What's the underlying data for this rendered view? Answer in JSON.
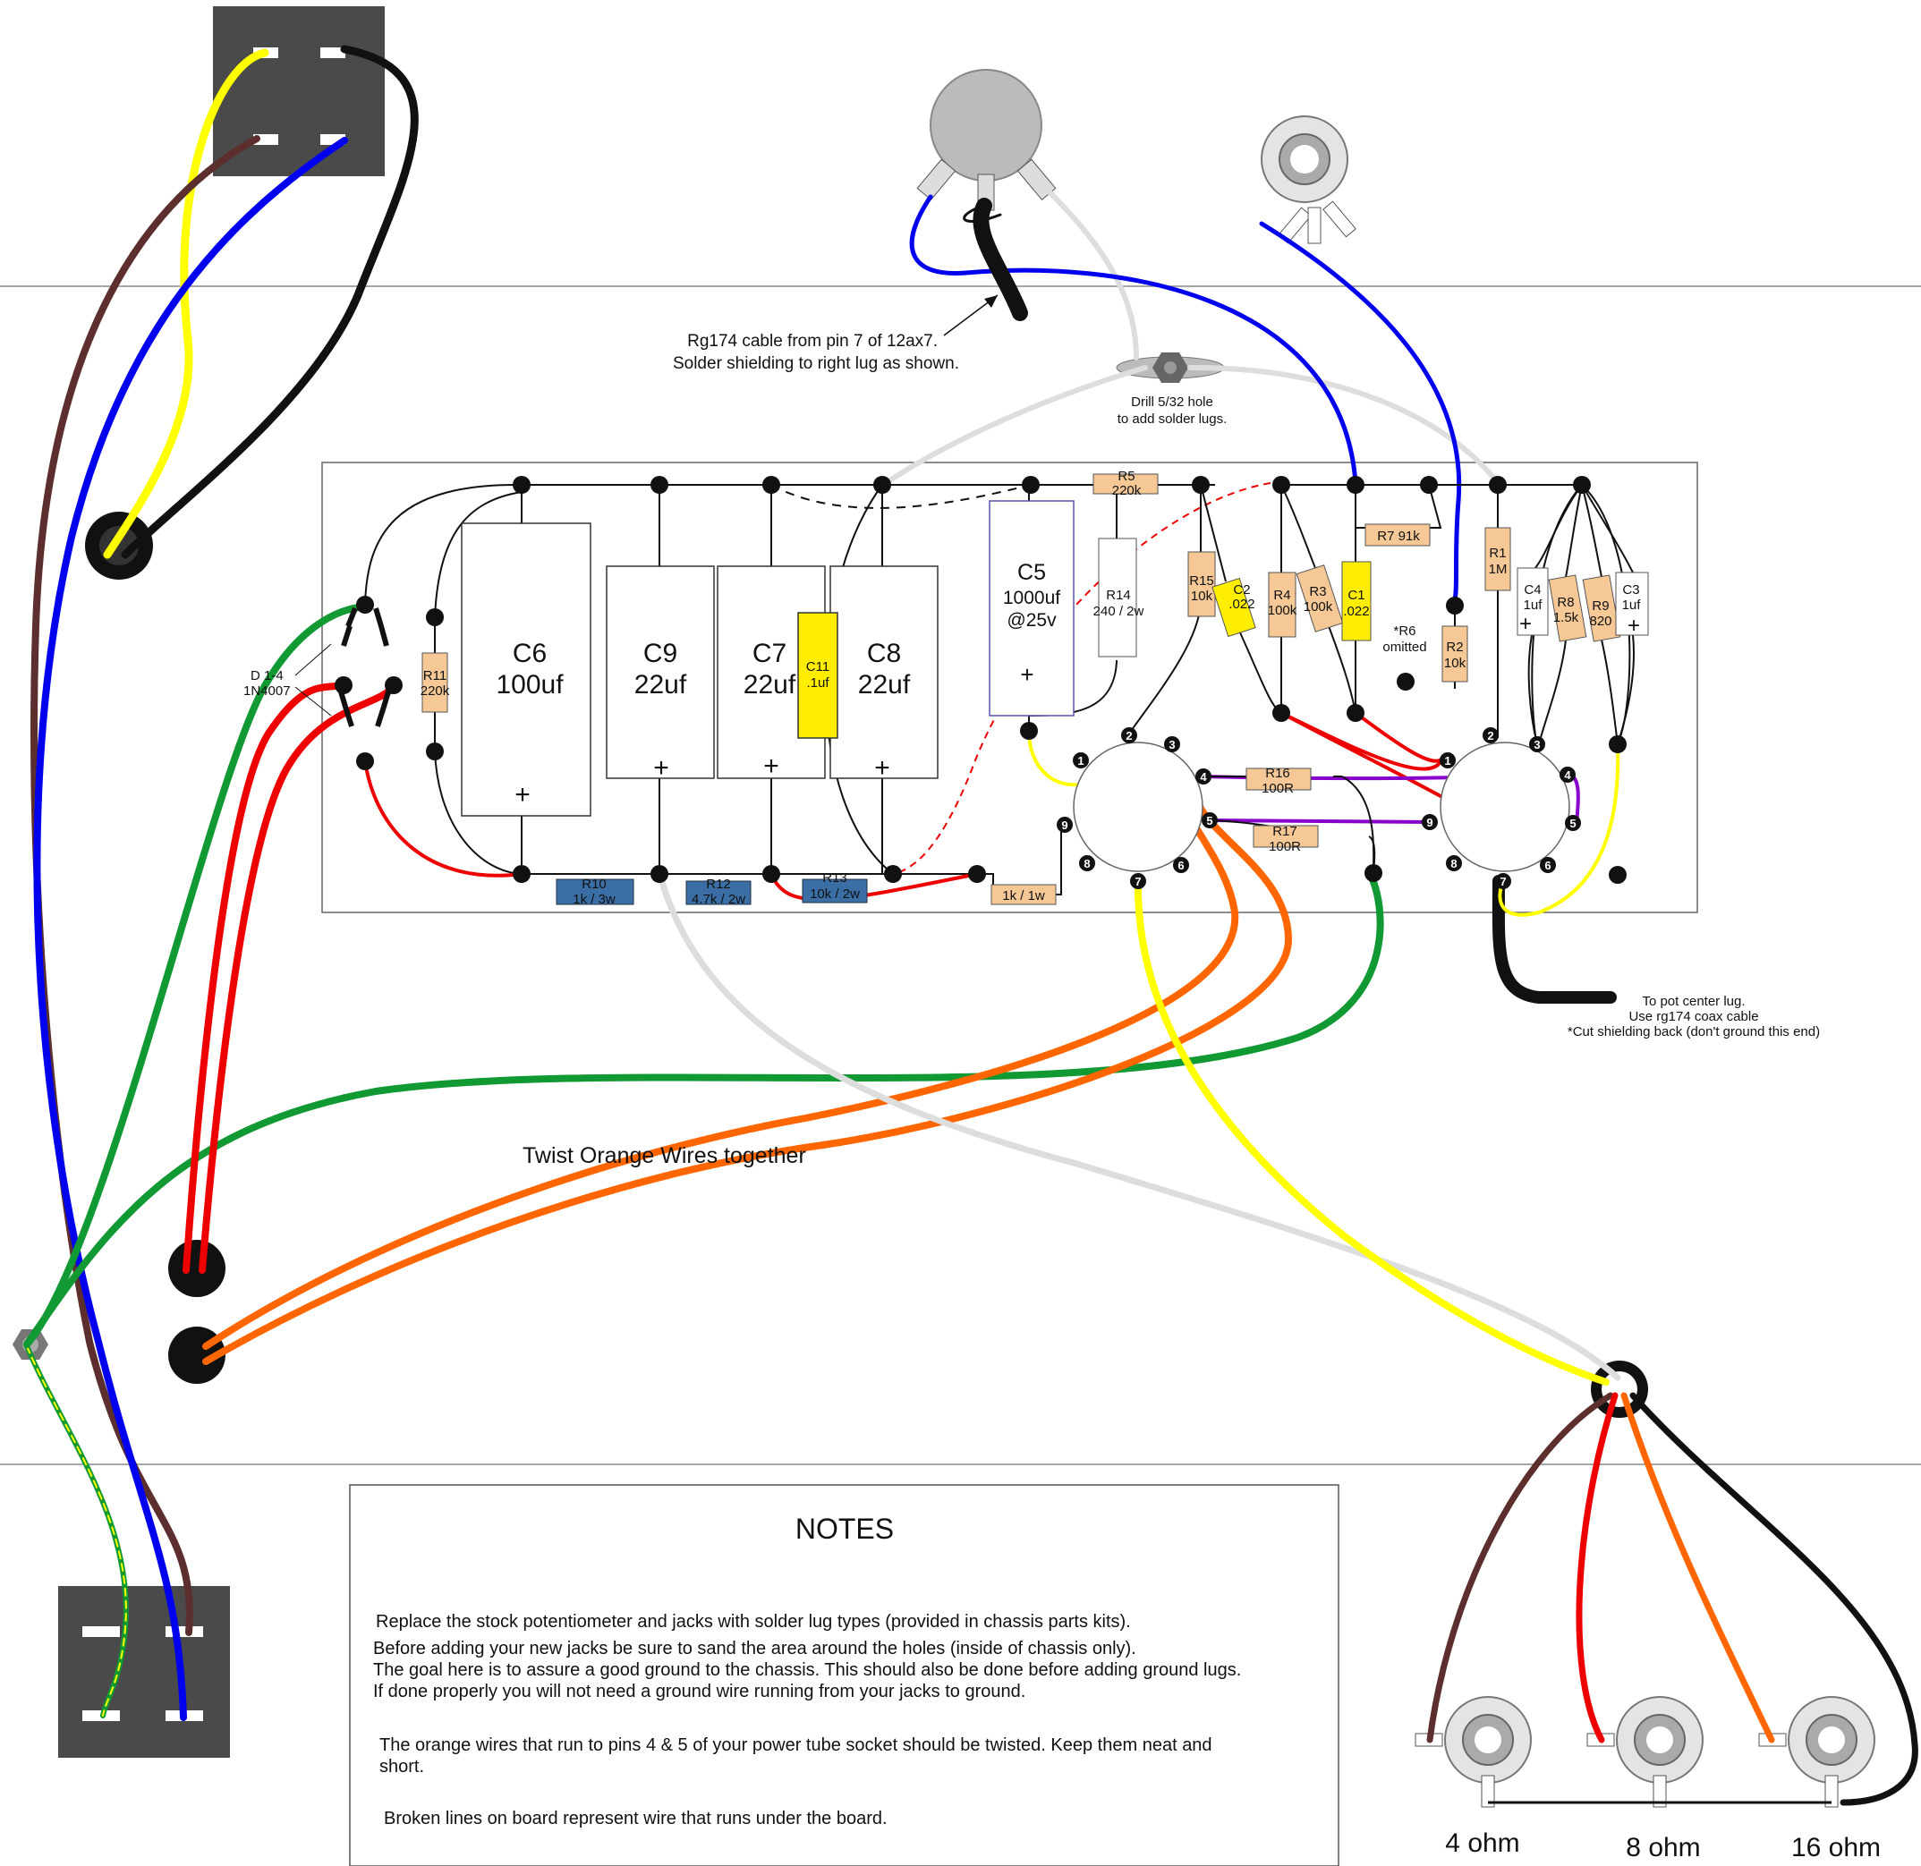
{
  "annotations": {
    "rg174_1": "Rg174 cable from pin 7 of 12ax7.",
    "rg174_2": "Solder shielding to right lug as shown.",
    "drill_1": "Drill 5/32 hole",
    "drill_2": "to add solder lugs.",
    "twist": "Twist Orange Wires together",
    "topot_1": "To pot center lug.",
    "topot_2": "Use rg174 coax cable",
    "topot_3": "*Cut shielding back (don't ground this end)",
    "diodes_1": "D 1-4",
    "diodes_2": "1N4007",
    "r6_1": "*R6",
    "r6_2": "omitted"
  },
  "capacitors": {
    "c6": {
      "name": "C6",
      "value": "100uf"
    },
    "c9": {
      "name": "C9",
      "value": "22uf"
    },
    "c7": {
      "name": "C7",
      "value": "22uf"
    },
    "c8": {
      "name": "C8",
      "value": "22uf"
    },
    "c5": {
      "name": "C5",
      "value": "1000uf",
      "rating": "@25v"
    },
    "c11": {
      "name": "C11",
      "value": ".1uf"
    },
    "c2": {
      "name": "C2",
      "value": ".022"
    },
    "c1": {
      "name": "C1",
      "value": ".022"
    },
    "c4": {
      "name": "C4",
      "value": "1uf"
    },
    "c3": {
      "name": "C3",
      "value": "1uf"
    },
    "plus": "+"
  },
  "resistors": {
    "r5": {
      "name": "R5",
      "value": "220k"
    },
    "r14": {
      "name": "R14",
      "value": "240 / 2w"
    },
    "r15": {
      "name": "R15",
      "value": "10k"
    },
    "r4": {
      "name": "R4",
      "value": "100k"
    },
    "r3": {
      "name": "R3",
      "value": "100k"
    },
    "r7": {
      "name": "R7 91k"
    },
    "r1": {
      "name": "R1",
      "value": "1M"
    },
    "r8": {
      "name": "R8",
      "value": "1.5k"
    },
    "r9": {
      "name": "R9",
      "value": "820"
    },
    "r2": {
      "name": "R2",
      "value": "10k"
    },
    "r11": {
      "name": "R11",
      "value": "220k"
    },
    "r10": {
      "name": "R10",
      "value": "1k / 3w"
    },
    "r12": {
      "name": "R12",
      "value": "4.7k / 2w"
    },
    "r13": {
      "name": "R13",
      "value": "10k / 2w"
    },
    "r16": {
      "name": "R16",
      "value": "100R"
    },
    "r17": {
      "name": "R17",
      "value": "100R"
    },
    "r_1k": {
      "value": "1k / 1w"
    }
  },
  "tube_pins": [
    "1",
    "2",
    "3",
    "4",
    "5",
    "6",
    "7",
    "8",
    "9"
  ],
  "notes": {
    "title": "NOTES",
    "p1": "Replace the stock potentiometer and jacks with solder lug types (provided in chassis parts kits).",
    "p2a": "Before adding your new jacks be sure to sand the area around the holes (inside of chassis only).",
    "p2b": "The goal here is to assure a good ground to the chassis. This should also be done before adding ground lugs.",
    "p2c": "If done properly you will not need a ground wire running from your jacks to ground.",
    "p3a": "The orange wires that run to pins 4 & 5 of your power tube socket should be twisted. Keep them neat and",
    "p3b": "short.",
    "p4": "Broken lines on board represent wire that runs under the board."
  },
  "speaker_jacks": [
    "4 ohm",
    "8 ohm",
    "16 ohm"
  ],
  "colors": {
    "wire_yellow": "#ffff00",
    "wire_black": "#111111",
    "wire_brown": "#5c2e2e",
    "wire_blue": "#0000ee",
    "wire_green": "#119933",
    "wire_red": "#ee0000",
    "wire_orange": "#ff6600",
    "wire_white": "#dddddd",
    "wire_purple": "#8800cc",
    "resistor_tan": "#f5c896",
    "resistor_blue": "#3a6ea5",
    "cap_yellow": "#ffee00",
    "switch_gray": "#4a4a4a"
  }
}
